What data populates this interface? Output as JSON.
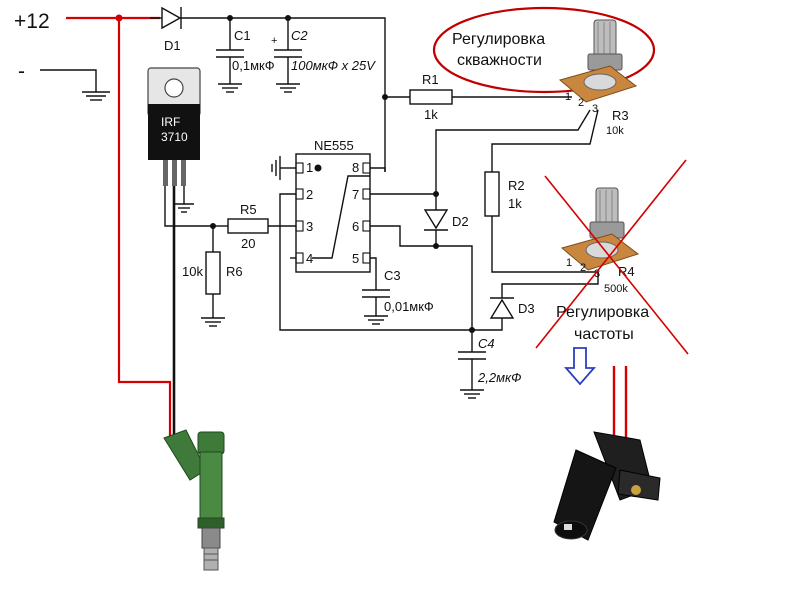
{
  "power": {
    "plus": "+12",
    "minus": "-"
  },
  "parts": {
    "d1": "D1",
    "c1": "C1",
    "c1_val": "0,1мкФ",
    "c2": "C2",
    "c2_val": "100мкФ x 25V",
    "mosfet_brand": "IRF",
    "mosfet_model": "3710",
    "r1": "R1",
    "r1_val": "1k",
    "ic": "NE555",
    "pins": [
      "1",
      "2",
      "3",
      "4",
      "8",
      "7",
      "6",
      "5"
    ],
    "r2": "R2",
    "r2_val": "1k",
    "d2": "D2",
    "r3": "R3",
    "r3_val": "10k",
    "r5": "R5",
    "r5_val": "20",
    "r6": "R6",
    "r6_val": "10k",
    "c3": "C3",
    "c3_val": "0,01мкФ",
    "c4": "C4",
    "c4_val": "2,2мкФ",
    "d3": "D3",
    "r4": "R4",
    "r4_val": "500k",
    "pot_pins": [
      "1",
      "2",
      "3"
    ],
    "pot2_pins": [
      "1",
      "2",
      "3"
    ],
    "plus_mark": "+"
  },
  "notes": {
    "duty_line1": "Регулировка",
    "duty_line2": "скважности",
    "freq_line1": "Регулировка",
    "freq_line2": "частоты"
  },
  "colors": {
    "wire": "#111111",
    "power_wire": "#d40000",
    "mosfet_body": "#111111",
    "injector": "#3f7a3a",
    "sensor": "#1a1a1a"
  }
}
